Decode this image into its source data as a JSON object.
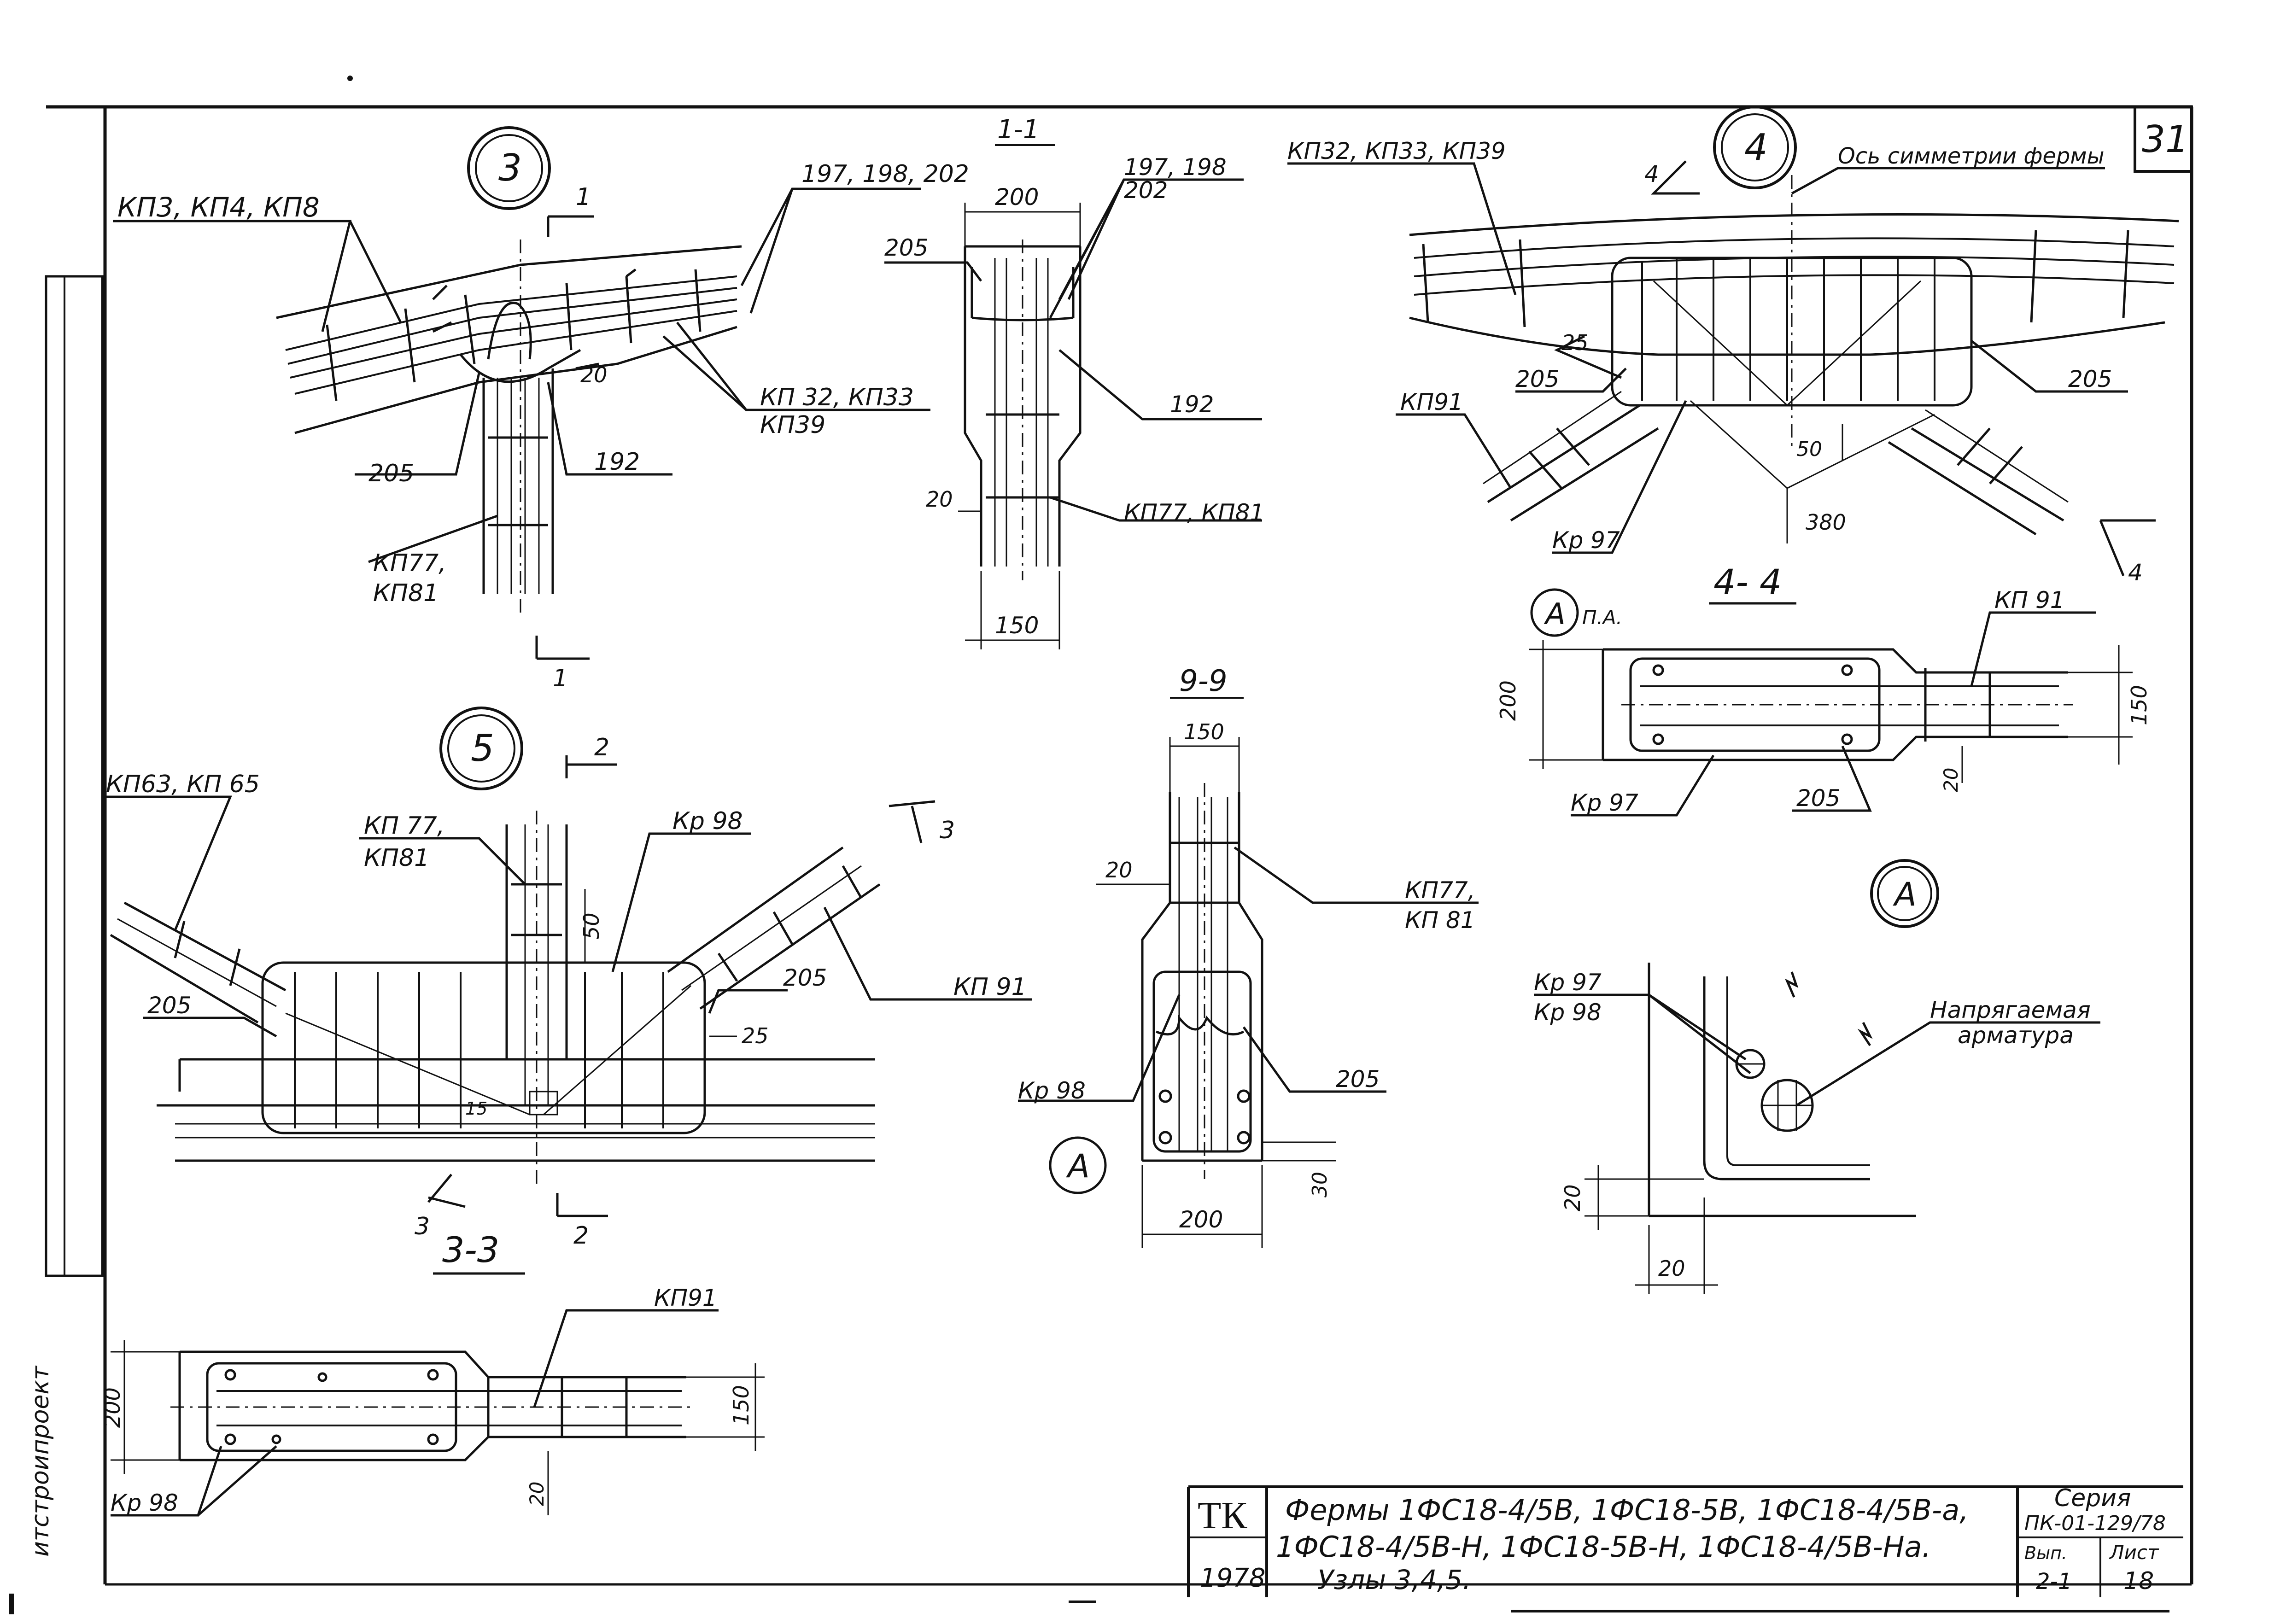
{
  "sheet": {
    "number": "31",
    "side_stamp": "итстроипроект"
  },
  "node3": {
    "marker": "3",
    "labels": {
      "kp3": "КП3, КП4,  КП8",
      "n197": "197, 198, 202",
      "kp32": "КП 32, КП33",
      "kp39": "КП39",
      "n205": "205",
      "n192": "192",
      "n20": "20",
      "kp77": "КП77,",
      "kp81": "КП81",
      "cut_top": "1",
      "cut_bot": "1"
    }
  },
  "sec11": {
    "title": "1-1",
    "labels": {
      "n197": "197, 198",
      "n202": "202",
      "d200": "200",
      "n205": "205",
      "n192": "192",
      "d20": "20",
      "kp77": "КП77, КП81",
      "d150": "150"
    }
  },
  "node4": {
    "marker": "4",
    "axis_label": "Ось симметрии фермы",
    "labels": {
      "kp32": "КП32, КП33,  КП39",
      "n25": "25",
      "n205a": "205",
      "n205b": "205",
      "kp91": "КП91",
      "n50": "50",
      "n380": "380",
      "kr97": "Кр 97",
      "cut_a": "4",
      "cut_b": "4",
      "sec44": "4- 4"
    }
  },
  "detailA1": {
    "marker": "А",
    "note": "П.А.",
    "labels": {
      "kp91": "КП  91",
      "d200": "200",
      "d150": "150",
      "d20": "20",
      "kr97": "Кр 97",
      "n205": "205"
    }
  },
  "node5": {
    "marker": "5",
    "labels": {
      "kp63": "КП63, КП 65",
      "kp77": "КП 77,",
      "kp81": "КП81",
      "kr98": "Кр 98",
      "n50": "50",
      "kp91": "КП 91",
      "n205a": "205",
      "n205b": "205",
      "n25": "25",
      "n15": "15",
      "cut2top": "2",
      "cut2bot": "2",
      "cut3top": "3",
      "cut3bot": "3",
      "sec33": "3-3"
    }
  },
  "sec99": {
    "title": "9-9",
    "labels": {
      "d150": "150",
      "d20": "20",
      "kp77": "КП77,",
      "kp81": "КП 81",
      "kr98": "Кр 98",
      "n205": "205",
      "markerA": "А",
      "d30": "30",
      "d200": "200"
    }
  },
  "detailA2": {
    "marker": "А",
    "labels": {
      "kr97": "Кр 97",
      "kr98": "Кр 98",
      "prestress1": "Напрягаемая",
      "prestress2": "арматура",
      "d20v": "20",
      "d20h": "20"
    }
  },
  "sec33plan": {
    "labels": {
      "kp91": "КП91",
      "d200": "200",
      "d150": "150",
      "d20": "20",
      "kr98": "Кр 98"
    }
  },
  "title_block": {
    "org": "ТК",
    "year": "1978",
    "line1": "Фермы 1ФС18-4/5В,    1ФС18-5В, 1ФС18-4/5В-а,",
    "line2": "1ФС18-4/5В-Н,  1ФС18-5В-Н, 1ФС18-4/5В-На.",
    "line3": "Узлы 3,4,5.",
    "series_label": "Серия",
    "series": "ПК-01-129/78",
    "issue_label": "Вып.",
    "issue": "2-1",
    "sheet_label": "Лист",
    "sheet": "18"
  }
}
